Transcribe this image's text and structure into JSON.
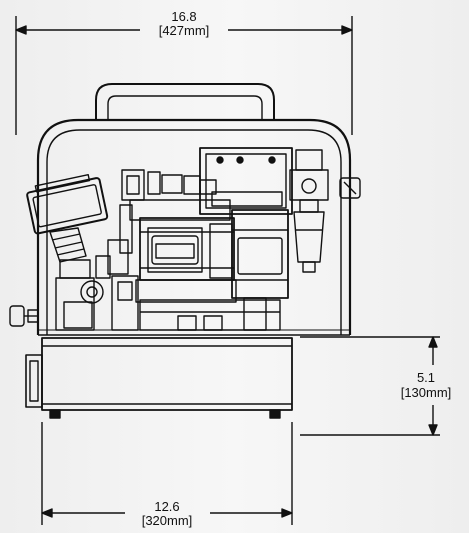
{
  "dimensions": {
    "width": {
      "value": "16.8",
      "metric": "[427mm]"
    },
    "height": {
      "value": "5.1",
      "metric": "[130mm]"
    },
    "base_width": {
      "value": "12.6",
      "metric": "[320mm]"
    }
  },
  "colors": {
    "line": "#111111",
    "background": "#f3f3f3"
  }
}
